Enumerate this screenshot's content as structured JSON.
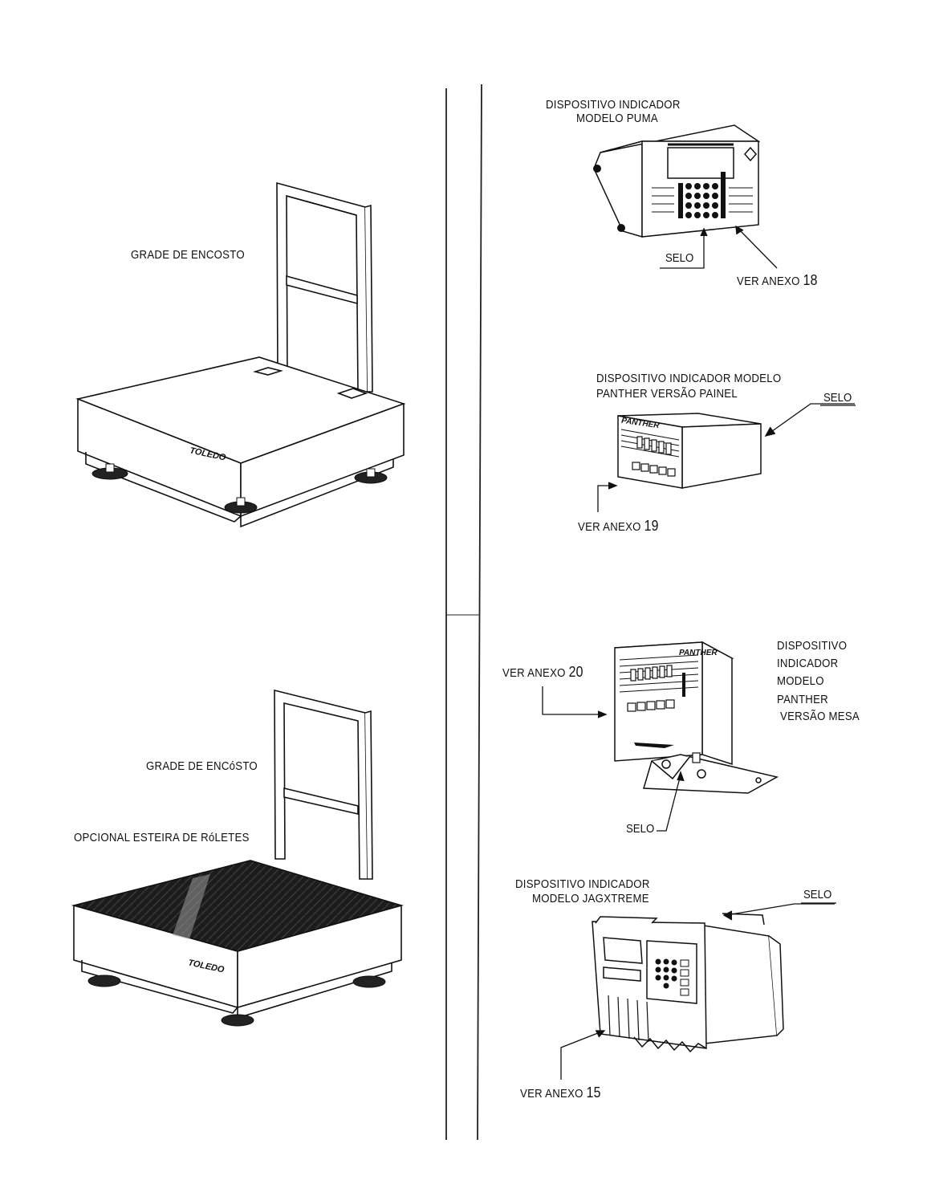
{
  "left_column": {
    "scale_top": {
      "backrest_label": "GRADE DE ENCOSTO",
      "brand": "TOLEDO"
    },
    "scale_bottom": {
      "backrest_label": "GRADE DE ENCóSTO",
      "roller_label": "OPCIONAL ESTEIRA DE RóLETES",
      "brand": "TOLEDO"
    }
  },
  "right_column": {
    "puma": {
      "title_line1": "DISPOSITIVO INDICADOR",
      "title_line2": "MODELO PUMA",
      "seal_label": "SELO",
      "annex_prefix": "VER ANEXO",
      "annex_number": "18"
    },
    "panther_panel": {
      "title_line1": "DISPOSITIVO INDICADOR MODELO",
      "title_line2": "PANTHER VERSÃO PAINEL",
      "seal_label": "SELO",
      "annex_prefix": "VER ANEXO",
      "annex_number": "19",
      "brand": "PANTHER"
    },
    "panther_desk": {
      "title_line1": "DISPOSITIVO",
      "title_line2": "INDICADOR",
      "title_line3": "MODELO",
      "title_line4": "PANTHER",
      "title_line5": "VERSÃO MESA",
      "seal_label": "SELO",
      "annex_prefix": "VER ANEXO",
      "annex_number": "20",
      "brand": "PANTHER"
    },
    "jagxtreme": {
      "title_line1": "DISPOSITIVO INDICADOR",
      "title_line2": "MODELO JAGXTREME",
      "seal_label": "SELO",
      "annex_prefix": "VER ANEXO",
      "annex_number": "15"
    }
  }
}
